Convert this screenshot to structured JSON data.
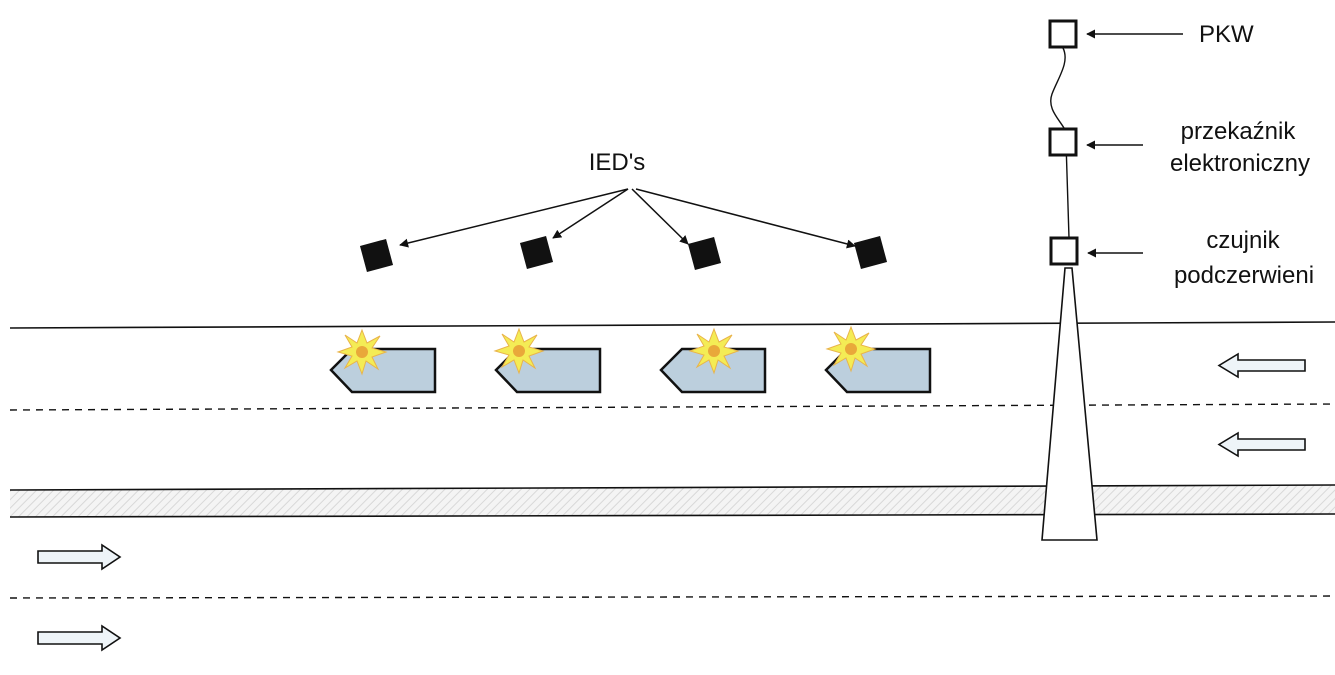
{
  "ied_label": "IED's",
  "pkw_label": "PKW",
  "relay_label": [
    "przekaźnik",
    "elektroniczny"
  ],
  "sensor_label": [
    "czujnik",
    "podczerwieni"
  ],
  "ied_count": 4,
  "vehicle_count": 4,
  "colors": {
    "ied_box": "#111111",
    "vehicle_fill": "#bccfdd",
    "explosion_fill": "#f4ec55",
    "explosion_core": "#e9a83a",
    "lane_arrow_fill": "#eef4f8",
    "shoulder_hatch": "#e6e6e6",
    "line": "#111111"
  },
  "traffic_direction": {
    "upper_lanes": "right-to-left",
    "lower_lanes": "left-to-right"
  }
}
